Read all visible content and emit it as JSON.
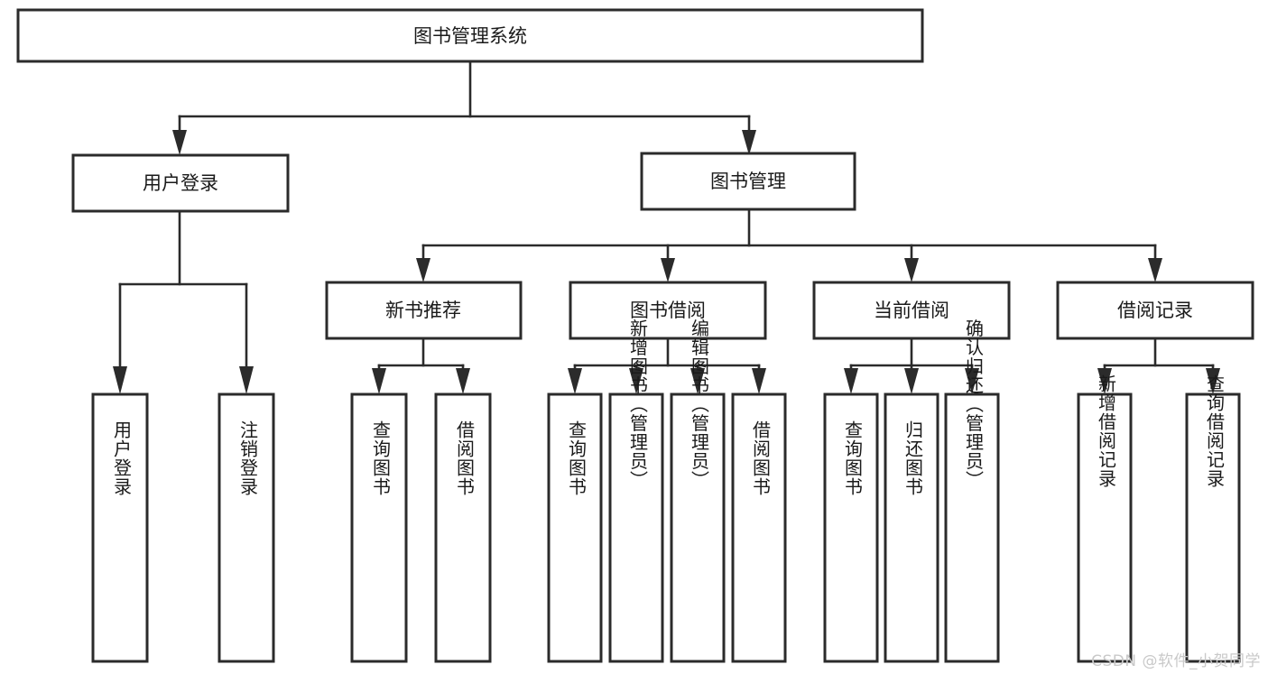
{
  "diagram": {
    "title": "图书管理系统",
    "type": "tree-hierarchy-chart",
    "root": {
      "id": "root",
      "label": "图书管理系统"
    },
    "level2": [
      {
        "id": "user-login",
        "label": "用户登录"
      },
      {
        "id": "book-management",
        "label": "图书管理"
      }
    ],
    "level3": [
      {
        "id": "new-book-recommend",
        "label": "新书推荐",
        "parent": "book-management"
      },
      {
        "id": "book-borrow",
        "label": "图书借阅",
        "parent": "book-management"
      },
      {
        "id": "current-borrow",
        "label": "当前借阅",
        "parent": "book-management"
      },
      {
        "id": "borrow-record",
        "label": "借阅记录",
        "parent": "book-management"
      }
    ],
    "leaves": [
      {
        "id": "leaf-user-login",
        "label": "用户登录",
        "parent": "user-login"
      },
      {
        "id": "leaf-logout-login",
        "label": "注销登录",
        "parent": "user-login"
      },
      {
        "id": "leaf-query-book-1",
        "label": "查询图书",
        "parent": "new-book-recommend"
      },
      {
        "id": "leaf-borrow-book-1",
        "label": "借阅图书",
        "parent": "new-book-recommend"
      },
      {
        "id": "leaf-query-book-2",
        "label": "查询图书",
        "parent": "book-borrow"
      },
      {
        "id": "leaf-add-book",
        "label": "新增图书（管理员）",
        "parent": "book-borrow"
      },
      {
        "id": "leaf-edit-book",
        "label": "编辑图书（管理员）",
        "parent": "book-borrow"
      },
      {
        "id": "leaf-borrow-book-2",
        "label": "借阅图书",
        "parent": "book-borrow"
      },
      {
        "id": "leaf-query-book-3",
        "label": "查询图书",
        "parent": "current-borrow"
      },
      {
        "id": "leaf-return-book",
        "label": "归还图书",
        "parent": "current-borrow"
      },
      {
        "id": "leaf-confirm-return",
        "label": "确认归还（管理员）",
        "parent": "current-borrow"
      },
      {
        "id": "leaf-add-record",
        "label": "新增借阅记录",
        "parent": "borrow-record"
      },
      {
        "id": "leaf-query-record",
        "label": "查询借阅记录",
        "parent": "borrow-record"
      }
    ],
    "colors": {
      "stroke": "#2b2b2b",
      "fill": "#ffffff",
      "text": "#1a1a1a",
      "watermark": "#c9c9c9"
    }
  },
  "watermark": {
    "text": "CSDN @软件_小贺同学"
  }
}
